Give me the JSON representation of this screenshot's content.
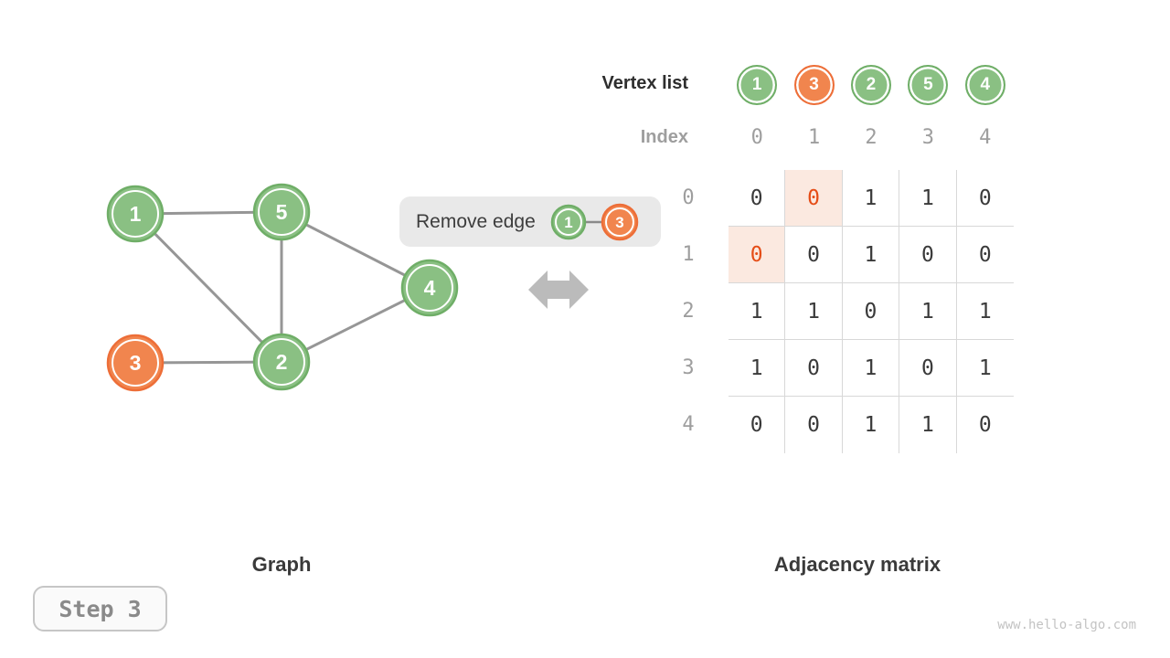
{
  "operation": {
    "label": "Remove edge",
    "endpoints": [
      {
        "label": "1",
        "color": "green"
      },
      {
        "label": "3",
        "color": "orange"
      }
    ]
  },
  "graph": {
    "title": "Graph",
    "nodes": [
      {
        "label": "1",
        "color": "green"
      },
      {
        "label": "5",
        "color": "green"
      },
      {
        "label": "4",
        "color": "green"
      },
      {
        "label": "3",
        "color": "orange"
      },
      {
        "label": "2",
        "color": "green"
      }
    ],
    "edges": [
      [
        "1",
        "5"
      ],
      [
        "1",
        "2"
      ],
      [
        "5",
        "2"
      ],
      [
        "5",
        "4"
      ],
      [
        "2",
        "4"
      ],
      [
        "3",
        "2"
      ]
    ]
  },
  "vertex_list": {
    "label": "Vertex list",
    "items": [
      {
        "label": "1",
        "color": "green"
      },
      {
        "label": "3",
        "color": "orange"
      },
      {
        "label": "2",
        "color": "green"
      },
      {
        "label": "5",
        "color": "green"
      },
      {
        "label": "4",
        "color": "green"
      }
    ]
  },
  "index_row": {
    "label": "Index",
    "values": [
      "0",
      "1",
      "2",
      "3",
      "4"
    ]
  },
  "matrix": {
    "title": "Adjacency matrix",
    "row_labels": [
      "0",
      "1",
      "2",
      "3",
      "4"
    ],
    "values": [
      [
        "0",
        "0",
        "1",
        "1",
        "0"
      ],
      [
        "0",
        "0",
        "1",
        "0",
        "0"
      ],
      [
        "1",
        "1",
        "0",
        "1",
        "1"
      ],
      [
        "1",
        "0",
        "1",
        "0",
        "1"
      ],
      [
        "0",
        "0",
        "1",
        "1",
        "0"
      ]
    ],
    "highlighted_cells": [
      [
        0,
        1
      ],
      [
        1,
        0
      ]
    ]
  },
  "footer": {
    "step_label": "Step 3",
    "watermark": "www.hello-algo.com"
  },
  "colors": {
    "node_green": "#8AC083",
    "node_green_border": "#6FAE67",
    "node_orange": "#F1854E",
    "node_orange_border": "#ED6E38",
    "edge_gray": "#969696",
    "arrow_gray": "#BBBBBB",
    "highlight_bg": "#FBE9E0",
    "highlight_text": "#E54D17",
    "pill_bg": "#E9E9E9"
  }
}
